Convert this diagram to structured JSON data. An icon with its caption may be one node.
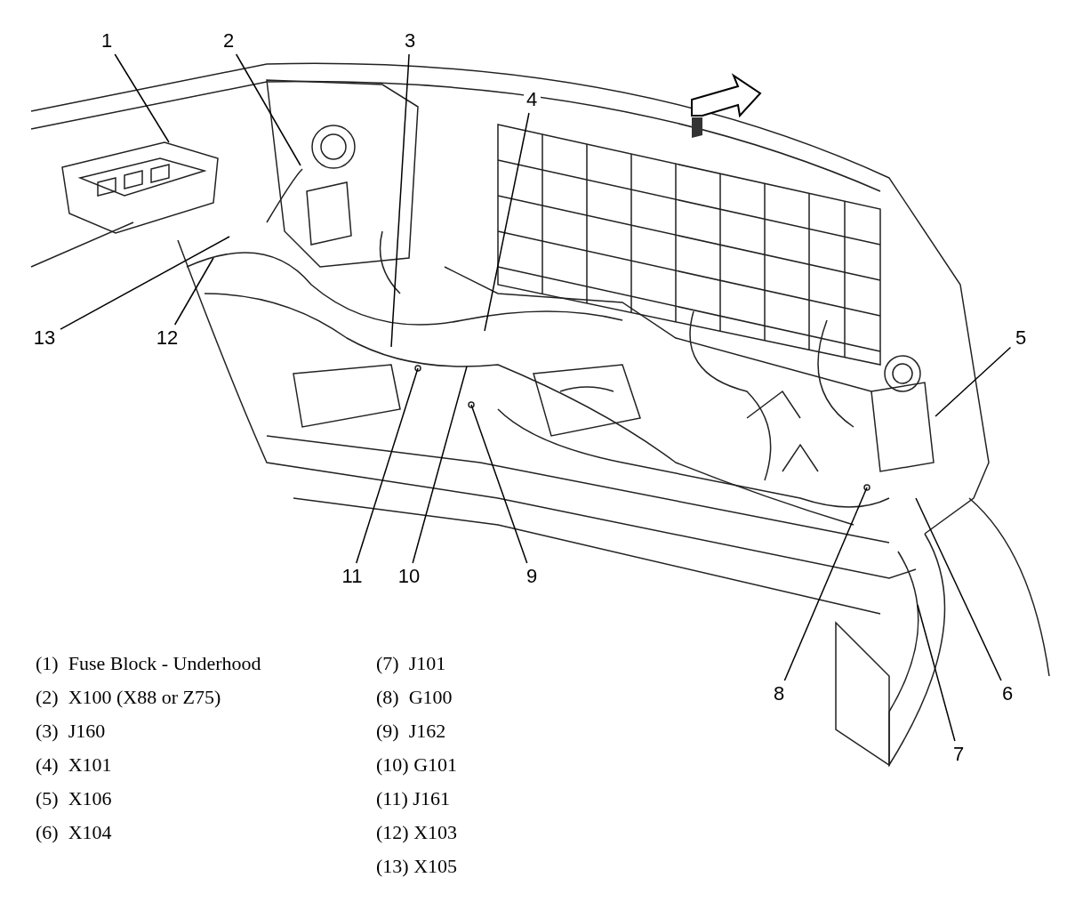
{
  "diagram": {
    "nodes": [
      {
        "text": [
          "1"
        ]
      },
      {
        "text": [
          "2"
        ]
      },
      {
        "text": [
          "3"
        ]
      },
      {
        "text": [
          "4"
        ]
      },
      {
        "text": [
          "5"
        ]
      },
      {
        "text": [
          "6"
        ]
      },
      {
        "text": [
          "7"
        ]
      },
      {
        "text": [
          "8"
        ]
      },
      {
        "text": [
          "9"
        ]
      },
      {
        "text": [
          "10"
        ]
      },
      {
        "text": [
          "11"
        ]
      },
      {
        "text": [
          "12"
        ]
      },
      {
        "text": [
          "13"
        ]
      }
    ],
    "edges": [
      {
        "from": 0,
        "to": null,
        "arrow": "none"
      },
      {
        "from": 1,
        "to": null,
        "arrow": "none"
      },
      {
        "from": 2,
        "to": null,
        "arrow": "none"
      },
      {
        "from": 3,
        "to": null,
        "arrow": "none"
      },
      {
        "from": 4,
        "to": null,
        "arrow": "none"
      },
      {
        "from": 5,
        "to": null,
        "arrow": "none"
      },
      {
        "from": 6,
        "to": null,
        "arrow": "none"
      },
      {
        "from": 7,
        "to": null,
        "arrow": "none"
      },
      {
        "from": 8,
        "to": null,
        "arrow": "none"
      },
      {
        "from": 9,
        "to": null,
        "arrow": "none"
      },
      {
        "from": 10,
        "to": null,
        "arrow": "none"
      },
      {
        "from": 11,
        "to": null,
        "arrow": "none"
      },
      {
        "from": 12,
        "to": null,
        "arrow": "none"
      }
    ],
    "labels": [
      "(1)  Fuse Block - Underhood",
      "(2)  X100 (X88 or Z75)",
      "(3)  J160",
      "(4)  X101",
      "(5)  X106",
      "(6)  X104",
      "(7)  J101",
      "(8)  G100",
      "(9)  J162",
      "(10) G101",
      "(11) J161",
      "(12) X103",
      "(13) X105"
    ]
  }
}
